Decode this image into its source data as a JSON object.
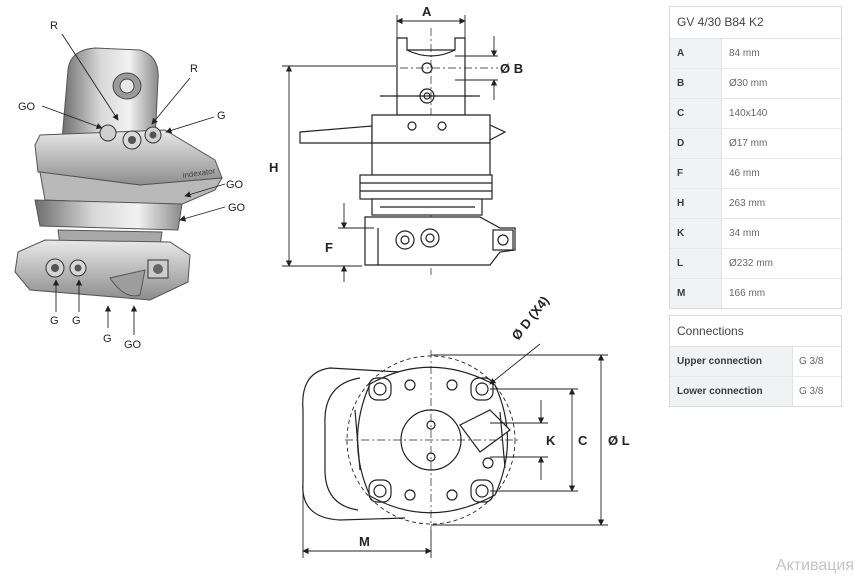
{
  "figure": {
    "iso_labels": [
      "R",
      "R",
      "GO",
      "G",
      "GO",
      "GO",
      "G",
      "G",
      "G",
      "GO"
    ],
    "brand_text": "indexator",
    "dims": {
      "A": "A",
      "B": "Ø B",
      "H": "H",
      "F": "F",
      "D": "Ø D (X4)",
      "K": "K",
      "C": "C",
      "L": "Ø L",
      "M": "M"
    }
  },
  "spec_table": {
    "title": "GV 4/30 B84 K2",
    "rows": [
      {
        "key": "A",
        "value": "84 mm"
      },
      {
        "key": "B",
        "value": "Ø30 mm"
      },
      {
        "key": "C",
        "value": "140x140"
      },
      {
        "key": "D",
        "value": "Ø17 mm"
      },
      {
        "key": "F",
        "value": "46 mm"
      },
      {
        "key": "H",
        "value": "263 mm"
      },
      {
        "key": "K",
        "value": "34 mm"
      },
      {
        "key": "L",
        "value": "Ø232 mm"
      },
      {
        "key": "M",
        "value": "166 mm"
      }
    ]
  },
  "connections": {
    "title": "Connections",
    "rows": [
      {
        "key": "Upper connection",
        "value": "G 3/8"
      },
      {
        "key": "Lower connection",
        "value": "G 3/8"
      }
    ]
  },
  "watermark": "Активация"
}
